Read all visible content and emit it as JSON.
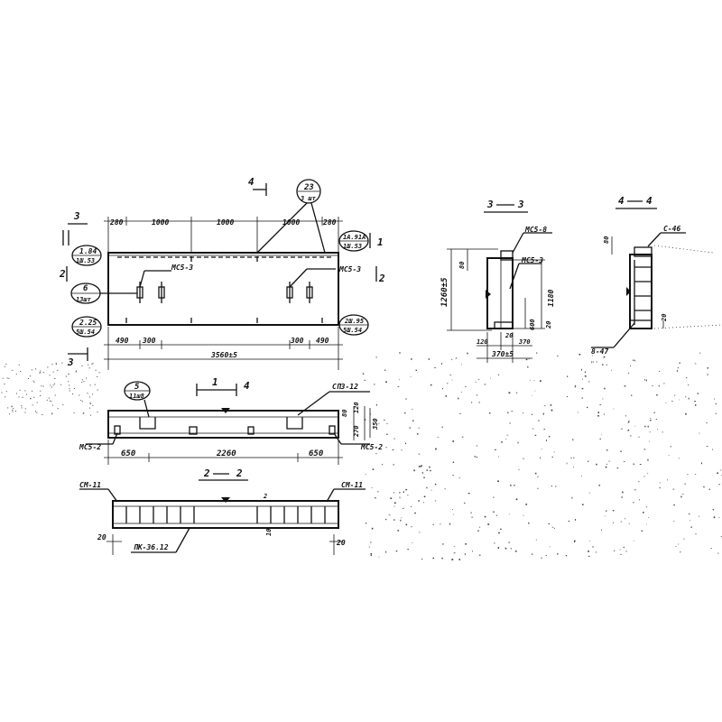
{
  "plan": {
    "section_mark_3": "3",
    "section_mark_4": "4",
    "section_mark_2": "2",
    "section_mark_1": "1",
    "dim_top": [
      "280",
      "1000",
      "1000",
      "1000",
      "280"
    ],
    "bubble_23": {
      "top": "23",
      "bottom": "3 шт"
    },
    "bubble_6": {
      "top": "6",
      "bottom": "13шт"
    },
    "tag_left_top": {
      "top": "1.84",
      "bottom": "1Ш.53"
    },
    "tag_right_top": {
      "top": "1А.91А",
      "bottom": "1Ш.53"
    },
    "tag_left_bot": {
      "top": "2.25",
      "bottom": "5Ш.54"
    },
    "tag_right_bot": {
      "top": "2Ш.95",
      "bottom": "5Ш.54"
    },
    "label_mcb_left": "МС5-3",
    "label_mcb_right": "МС5-3",
    "dim_bottom_parts": [
      "490",
      "300",
      "300",
      "490"
    ],
    "dim_total": "3560±5"
  },
  "section_11": {
    "title_num": "1",
    "title_mark": "4",
    "bubble_5": {
      "top": "5",
      "bottom": "11ш8"
    },
    "label_top_right": "СПЗ-12",
    "label_left": "МС5-2",
    "label_right": "МС5-2",
    "dims": [
      "650",
      "2260",
      "650"
    ],
    "dim_v": [
      "80",
      "120",
      "270",
      "350"
    ]
  },
  "section_22": {
    "title_left": "2",
    "title_right": "2",
    "label_left": "СМ-11",
    "label_right": "СМ-11",
    "label_bottom": "ПК-36.12",
    "dim_left": "20",
    "dim_right": "20",
    "mark_top": "2",
    "mark_mid": "10"
  },
  "section_33": {
    "title_left": "3",
    "title_right": "3",
    "label_top": "МС5-8",
    "label_mid": "МС5-3",
    "dim_height": "1260±5",
    "dim_inner": "1180",
    "dim_small_top": "80",
    "dim_600": "600",
    "dim_20": "20",
    "dim_bottom": [
      "120",
      "370"
    ],
    "dim_bottom_total": "370±5",
    "dim_20b": "20"
  },
  "section_44": {
    "title_left": "4",
    "title_right": "4",
    "label_top": "С-46",
    "label_bottom": "8-47",
    "dim_80": "80",
    "dim_20": "20"
  }
}
